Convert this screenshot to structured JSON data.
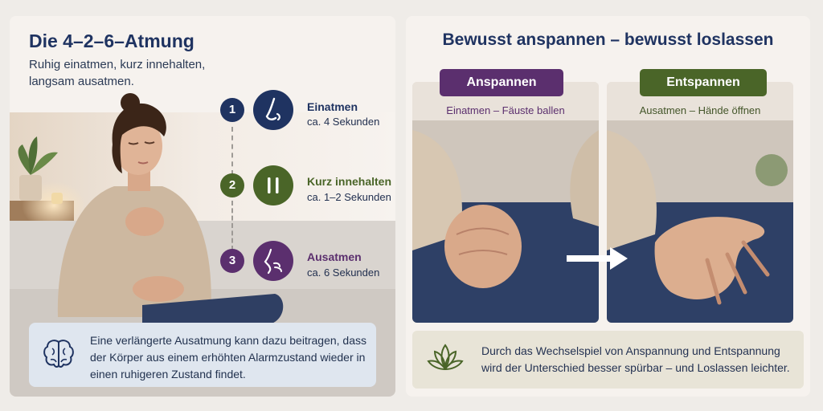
{
  "left": {
    "title": "Die 4–2–6–Atmung",
    "subtitle": "Ruhig einatmen, kurz innehalten, langsam ausatmen.",
    "steps": [
      {
        "number": "1",
        "title": "Einatmen",
        "sub": "ca. 4 Sekunden",
        "icon": "nose-icon",
        "color": "#1f3361"
      },
      {
        "number": "2",
        "title": "Kurz innehalten",
        "sub": "ca. 1–2 Sekunden",
        "icon": "pause-icon",
        "color": "#4a6528"
      },
      {
        "number": "3",
        "title": "Ausatmen",
        "sub": "ca. 6 Sekunden",
        "icon": "exhale-icon",
        "color": "#5b2f6e"
      }
    ],
    "info": {
      "icon": "brain-icon",
      "text": "Eine verlängerte Ausatmung kann dazu beitragen, dass der Körper aus einem erhöhten Alarmzustand wieder in einen ruhigeren Zustand findet."
    }
  },
  "right": {
    "title": "Bewusst anspannen – bewusst loslassen",
    "cards": [
      {
        "label": "Anspannen",
        "caption": "Einatmen – Fäuste ballen",
        "color": "#5b2f6e"
      },
      {
        "label": "Entspannen",
        "caption": "Ausatmen – Hände öffnen",
        "color": "#4a6528"
      }
    ],
    "bottom": {
      "icon": "lotus-icon",
      "text": "Durch das Wechselspiel von Anspannung und Entspannung wird der Unterschied besser spürbar – und Loslassen leichter."
    }
  }
}
